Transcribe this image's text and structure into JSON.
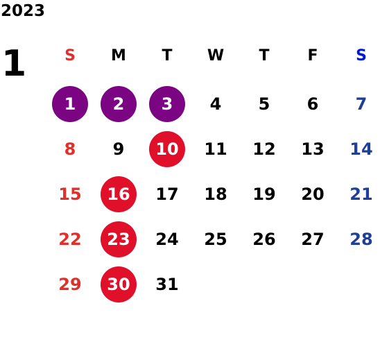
{
  "calendar": {
    "year": "2023",
    "month": "1",
    "weekdays": [
      "S",
      "M",
      "T",
      "W",
      "T",
      "F",
      "S"
    ],
    "weeks": [
      [
        "1",
        "2",
        "3",
        "4",
        "5",
        "6",
        "7"
      ],
      [
        "8",
        "9",
        "10",
        "11",
        "12",
        "13",
        "14"
      ],
      [
        "15",
        "16",
        "17",
        "18",
        "19",
        "20",
        "21"
      ],
      [
        "22",
        "23",
        "24",
        "25",
        "26",
        "27",
        "28"
      ],
      [
        "29",
        "30",
        "31",
        "",
        "",
        "",
        ""
      ]
    ],
    "highlight_purple": [
      "1",
      "2",
      "3"
    ],
    "highlight_red": [
      "10",
      "16",
      "23",
      "30"
    ]
  },
  "colors": {
    "sunday": "#e0302b",
    "saturday": "#1f3f96",
    "saturday_header": "#0019d8",
    "weekday": "#000000",
    "circle_purple": "#7b0482",
    "circle_red": "#e0102a"
  }
}
